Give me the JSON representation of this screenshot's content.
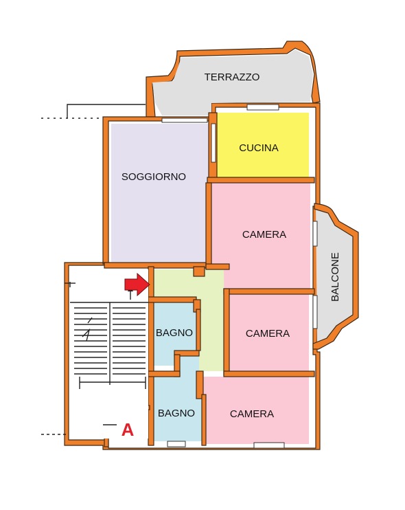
{
  "rooms": {
    "terrazzo": "TERRAZZO",
    "cucina": "CUCINA",
    "soggiorno": "SOGGIORNO",
    "camera_1": "CAMERA",
    "camera_2": "CAMERA",
    "camera_3": "CAMERA",
    "bagno_1": "BAGNO",
    "bagno_2": "BAGNO",
    "balcone": "BALCONE"
  },
  "unit_marker": "A",
  "colors": {
    "wall": "#f07f2a",
    "terrazzo": "#e0e0e0",
    "balcone": "#e0e0e0",
    "cucina": "#fbf561",
    "soggiorno": "#e4e0f0",
    "camera": "#fbc9d6",
    "bagno": "#c8e6ee",
    "corridoio": "#e6f2c2",
    "entry_arrow": "#e8202a",
    "marker": "#e0202a"
  }
}
